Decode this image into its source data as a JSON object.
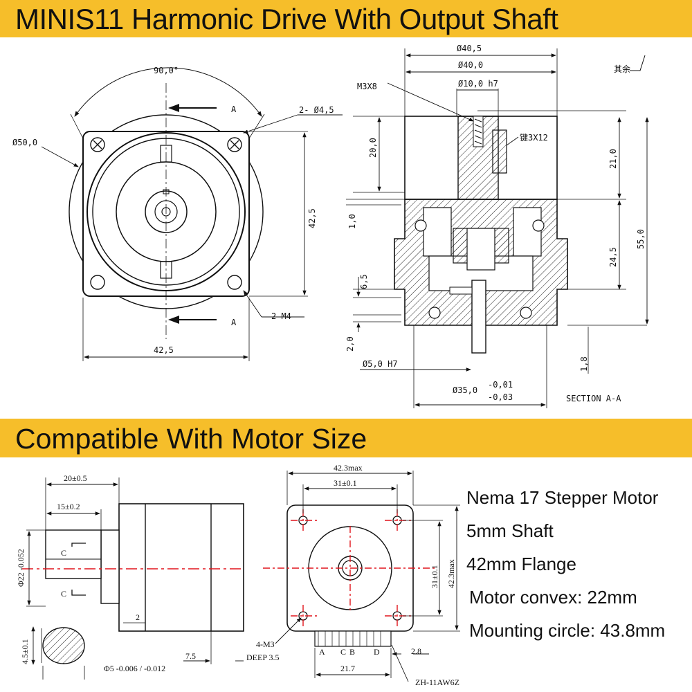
{
  "banner_top": "MINIS11 Harmonic Drive With Output Shaft",
  "banner_bottom": "Compatible With Motor Size",
  "front_view": {
    "angle": "90,0°",
    "section_mark": "A",
    "hole_label": "2- Ø4,5",
    "outer_dia": "Ø50,0",
    "height": "42,5",
    "width": "42,5",
    "thread_label": "2 M4"
  },
  "section_view": {
    "d_outer": "Ø40,5",
    "d_body": "Ø40,0",
    "shaft_dia": "Ø10,0 h7",
    "screw": "M3X8",
    "roughness": "其余",
    "key": "键3X12",
    "dim_20": "20,0",
    "dim_21": "21,0",
    "dim_1": "1,0",
    "dim_55": "55,0",
    "dim_245": "24,5",
    "dim_65": "6,5",
    "dim_2": "2,0",
    "bore": "Ø5,0 H7",
    "dim_18": "1,8",
    "d_35": "Ø35,0",
    "tol_upper": "-0,01",
    "tol_lower": "-0,03",
    "caption": "SECTION A-A"
  },
  "motor_side": {
    "dim_20": "20±0.5",
    "dim_15": "15±0.2",
    "dia_22": "Φ22 -0.052",
    "c": "C",
    "dim_2": "2",
    "dim_45": "4.5±0.1",
    "dim_75": "7.5",
    "dia_5": "Φ5 -0.006 / -0.012"
  },
  "motor_front": {
    "dim_423": "42.3max",
    "dim_31": "31±0.1",
    "dim_31v": "31±0.1",
    "dim_423v": "42.3max",
    "holes": "4-M3",
    "deep": "DEEP 3.5",
    "pins": [
      "A",
      "C",
      "B",
      "D"
    ],
    "dim_28": "2.8",
    "dim_217": "21.7",
    "connector": "ZH-11AW6Z"
  },
  "specs": [
    "Nema 17 Stepper Motor",
    "5mm Shaft",
    "42mm Flange",
    "Motor convex: 22mm",
    "Mounting circle: 43.8mm"
  ],
  "colors": {
    "banner": "#f6be2a",
    "centerline": "#e0141b"
  }
}
